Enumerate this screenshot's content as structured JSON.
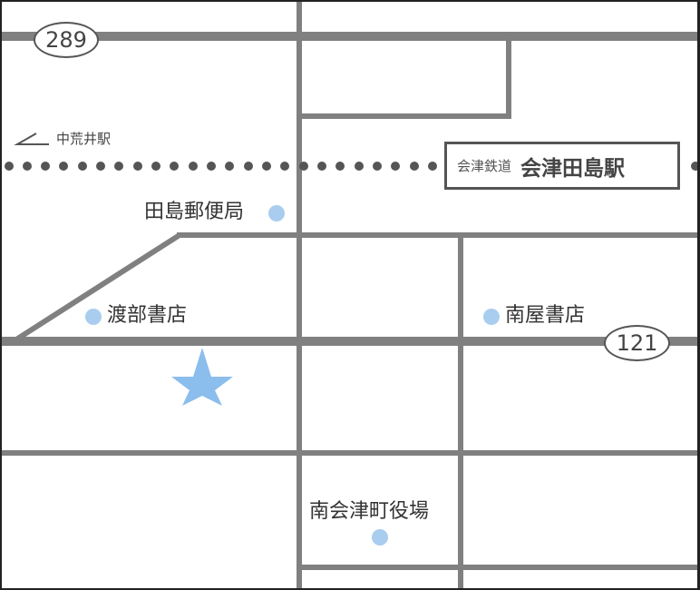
{
  "map": {
    "colors": {
      "road": "#808080",
      "rail_dot": "#555555",
      "poi_dot": "#a9cdee",
      "star": "#8bbded",
      "text": "#333333",
      "border": "#222222"
    },
    "route_shields": [
      {
        "id": "route-289",
        "label": "289"
      },
      {
        "id": "route-121",
        "label": "121"
      }
    ],
    "railway": {
      "direction_label": "中荒井駅",
      "station_box": {
        "line_name": "会津鉄道",
        "station_name": "会津田島駅"
      }
    },
    "pois": [
      {
        "id": "tajima-post-office",
        "label": "田島郵便局"
      },
      {
        "id": "watanabe-bookstore",
        "label": "渡部書店"
      },
      {
        "id": "minamiya-bookstore",
        "label": "南屋書店"
      },
      {
        "id": "minamiaizu-town-hall",
        "label": "南会津町役場"
      }
    ],
    "destination_marker": "star-icon"
  }
}
